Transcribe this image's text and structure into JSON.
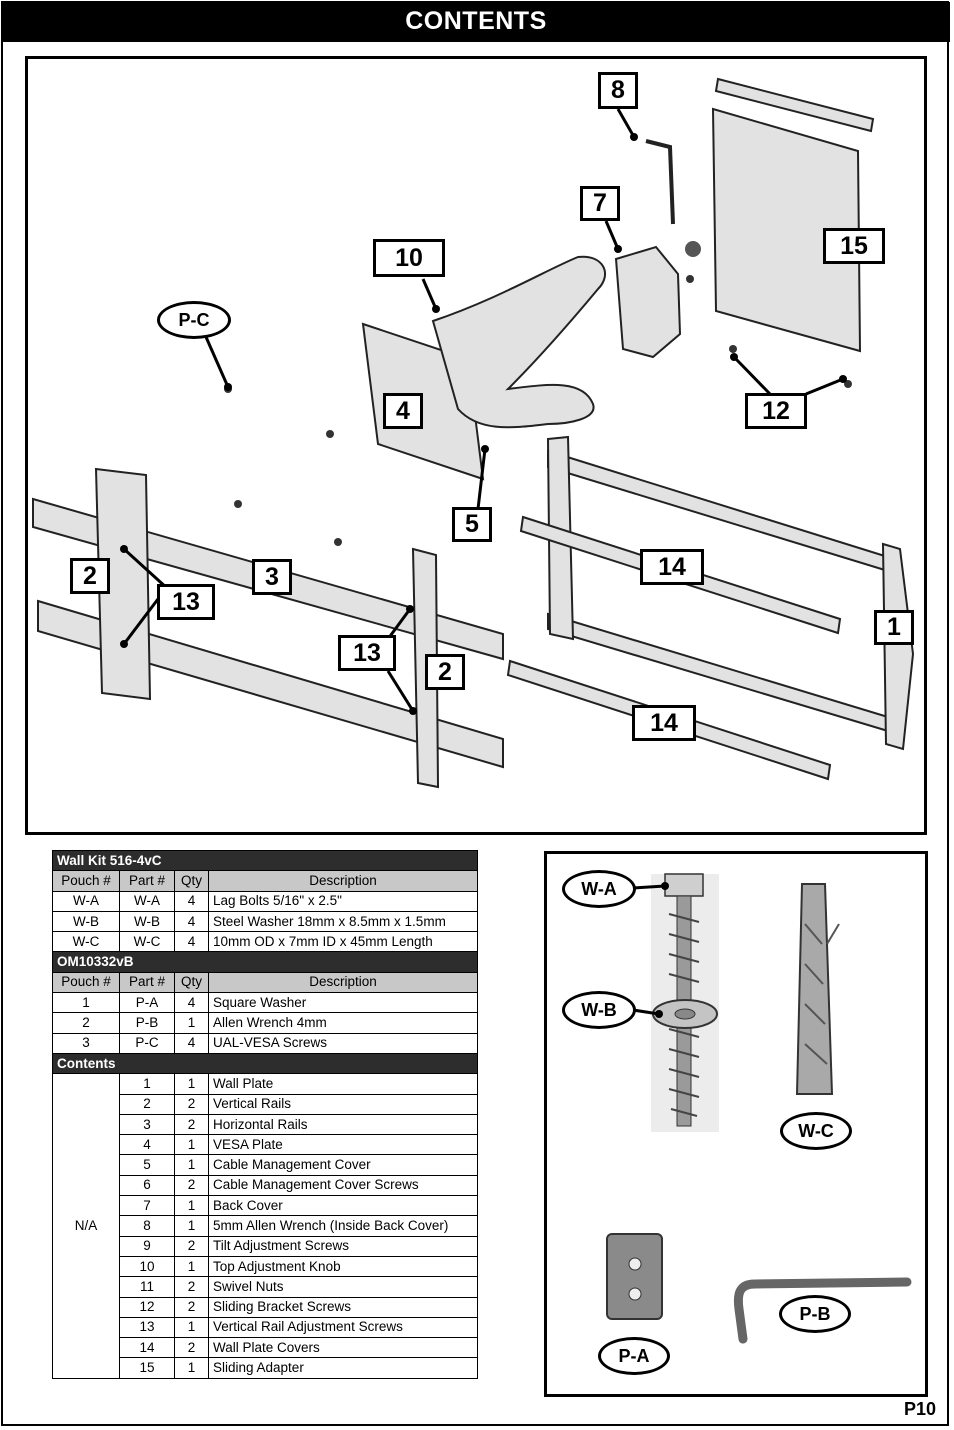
{
  "header": {
    "title": "CONTENTS"
  },
  "diagram_callouts": [
    {
      "id": "c8",
      "label": "8"
    },
    {
      "id": "c7",
      "label": "7"
    },
    {
      "id": "c15",
      "label": "15"
    },
    {
      "id": "c10",
      "label": "10"
    },
    {
      "id": "c4",
      "label": "4"
    },
    {
      "id": "c12",
      "label": "12"
    },
    {
      "id": "c5",
      "label": "5"
    },
    {
      "id": "c2a",
      "label": "2"
    },
    {
      "id": "c3",
      "label": "3"
    },
    {
      "id": "c13a",
      "label": "13"
    },
    {
      "id": "c13b",
      "label": "13"
    },
    {
      "id": "c2b",
      "label": "2"
    },
    {
      "id": "c14a",
      "label": "14"
    },
    {
      "id": "c1",
      "label": "1"
    },
    {
      "id": "c14b",
      "label": "14"
    }
  ],
  "diagram_ovals": [
    {
      "label": "P-C"
    }
  ],
  "table": {
    "section1": {
      "title": "Wall Kit 516-4vC",
      "headers": [
        "Pouch #",
        "Part #",
        "Qty",
        "Description"
      ],
      "rows": [
        [
          "W-A",
          "W-A",
          "4",
          "Lag Bolts 5/16\" x 2.5\""
        ],
        [
          "W-B",
          "W-B",
          "4",
          "Steel Washer 18mm x 8.5mm x 1.5mm"
        ],
        [
          "W-C",
          "W-C",
          "4",
          "10mm OD x 7mm ID x 45mm Length"
        ]
      ]
    },
    "section2": {
      "title": "OM10332vB",
      "headers": [
        "Pouch #",
        "Part #",
        "Qty",
        "Description"
      ],
      "rows": [
        [
          "1",
          "P-A",
          "4",
          "Square Washer"
        ],
        [
          "2",
          "P-B",
          "1",
          "Allen Wrench 4mm"
        ],
        [
          "3",
          "P-C",
          "4",
          "UAL-VESA Screws"
        ]
      ]
    },
    "section3": {
      "title": "Contents",
      "pouch": "N/A",
      "rows": [
        [
          "1",
          "1",
          "Wall Plate"
        ],
        [
          "2",
          "2",
          "Vertical Rails"
        ],
        [
          "3",
          "2",
          "Horizontal Rails"
        ],
        [
          "4",
          "1",
          "VESA Plate"
        ],
        [
          "5",
          "1",
          "Cable Management Cover"
        ],
        [
          "6",
          "2",
          "Cable Management Cover Screws"
        ],
        [
          "7",
          "1",
          "Back Cover"
        ],
        [
          "8",
          "1",
          "5mm Allen Wrench (Inside Back Cover)"
        ],
        [
          "9",
          "2",
          "Tilt Adjustment Screws"
        ],
        [
          "10",
          "1",
          "Top Adjustment Knob"
        ],
        [
          "11",
          "2",
          "Swivel Nuts"
        ],
        [
          "12",
          "2",
          "Sliding Bracket Screws"
        ],
        [
          "13",
          "1",
          "Vertical Rail Adjustment Screws"
        ],
        [
          "14",
          "2",
          "Wall Plate Covers"
        ],
        [
          "15",
          "1",
          "Sliding Adapter"
        ]
      ]
    }
  },
  "hardware_labels": {
    "wa": "W-A",
    "wb": "W-B",
    "wc": "W-C",
    "pa": "P-A",
    "pb": "P-B"
  },
  "page": {
    "number": "P10"
  }
}
